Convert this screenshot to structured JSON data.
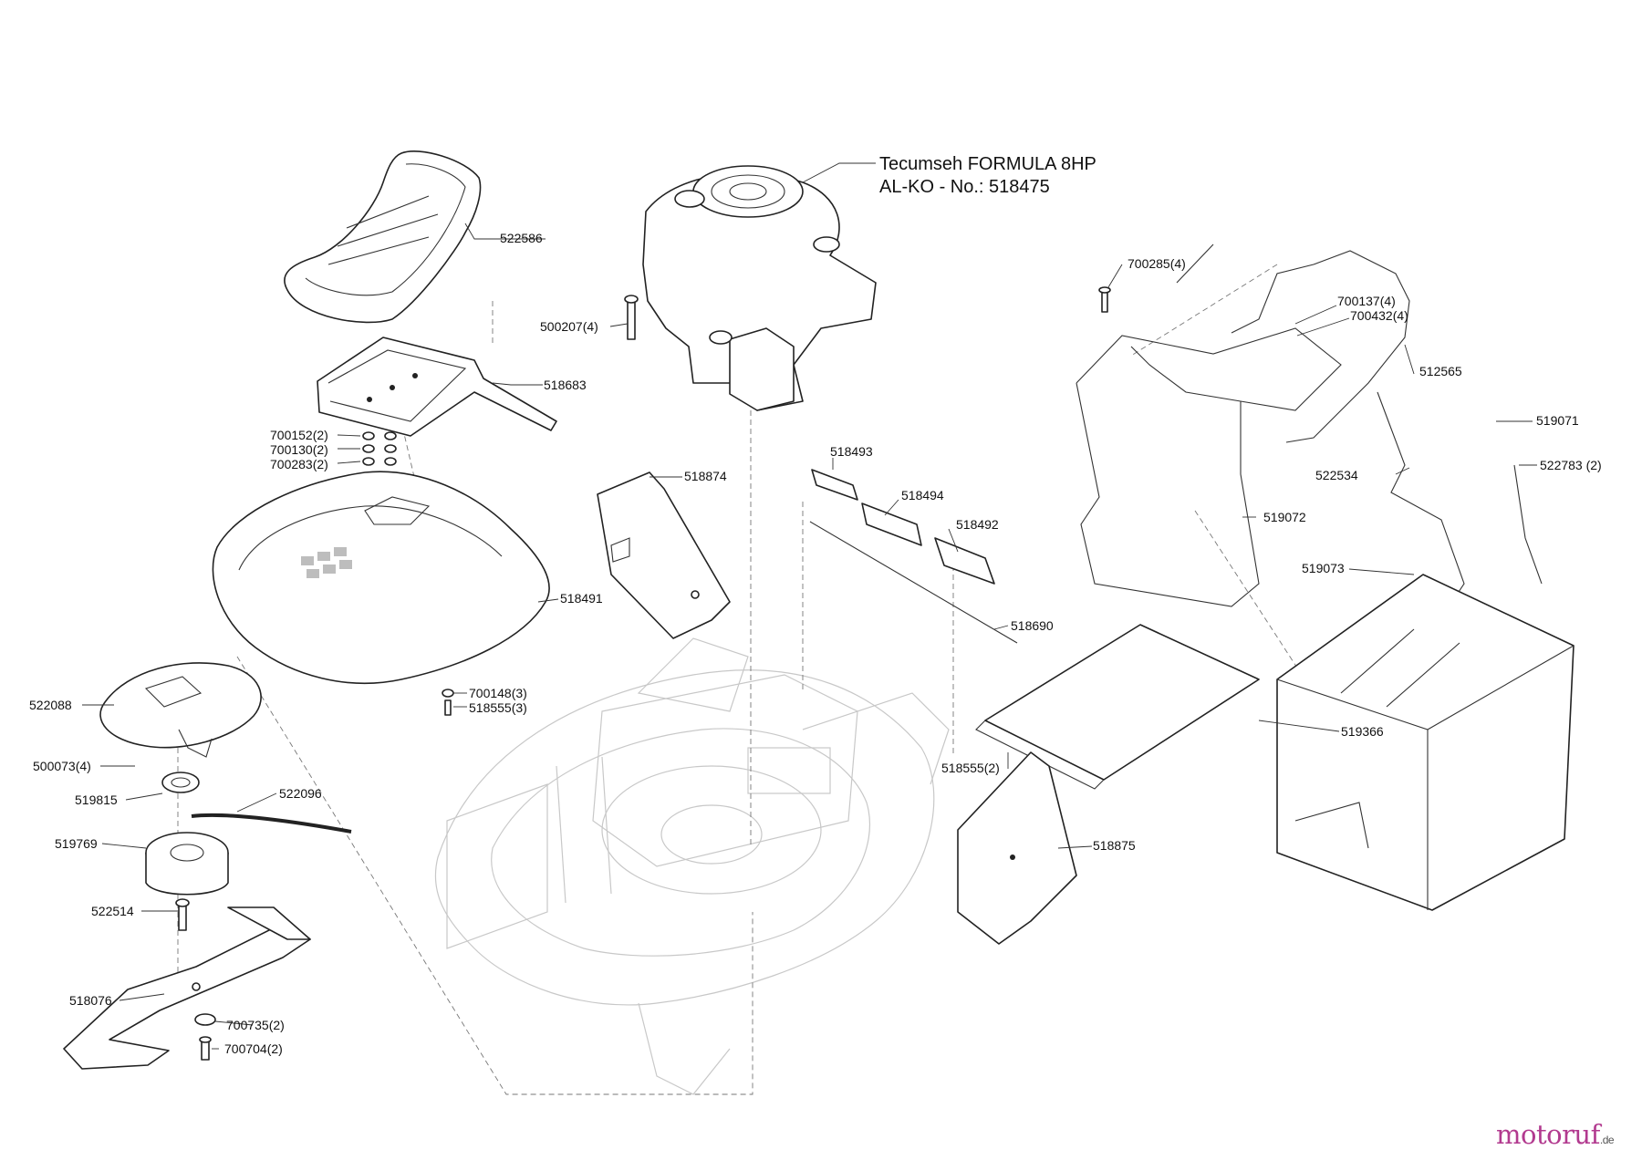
{
  "engine": {
    "title_line1": "Tecumseh  FORMULA  8HP",
    "title_line2": "AL-KO - No.: 518475"
  },
  "callouts": [
    "522586",
    "518683",
    "700152(2)",
    "700130(2)",
    "700283(2)",
    "518491",
    "700148(3)",
    "518555(3)",
    "500207(4)",
    "518874",
    "518493",
    "518494",
    "518492",
    "518690",
    "522088",
    "500073(4)",
    "519815",
    "522096",
    "519769",
    "522514",
    "518076",
    "700735(2)",
    "700704(2)",
    "700285(4)",
    "700137(4)",
    "700432(4)",
    "512565",
    "519071",
    "522534",
    "522783 (2)",
    "519072",
    "519073",
    "519366",
    "518555(2)",
    "518875"
  ],
  "watermark": {
    "brand_main": "motoruf",
    "brand_suffix": ".de"
  }
}
